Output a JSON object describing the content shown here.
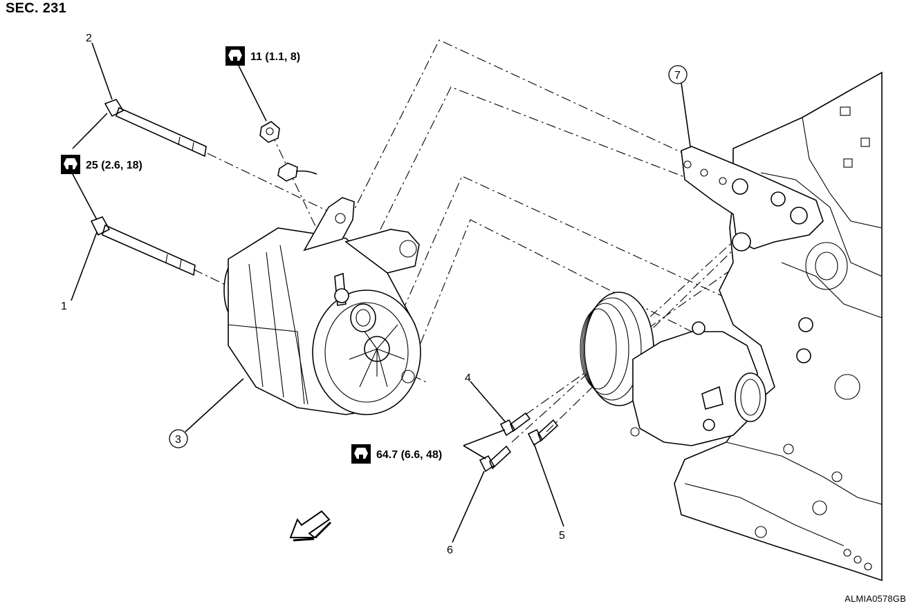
{
  "header": {
    "section": "SEC. 231"
  },
  "callouts": {
    "c1": "1",
    "c2": "2",
    "c3": "3",
    "c4": "4",
    "c5": "5",
    "c6": "6",
    "c7": "7"
  },
  "torques": {
    "nut_terminal": "11 (1.1, 8)",
    "bolts_upper": "25 (2.6, 18)",
    "bolts_lower": "64.7 (6.6, 48)"
  },
  "icons": {
    "torque": "torque-wrench-icon",
    "front": "front-direction-arrow-icon"
  },
  "footer": {
    "code": "ALMIA0578GB"
  }
}
